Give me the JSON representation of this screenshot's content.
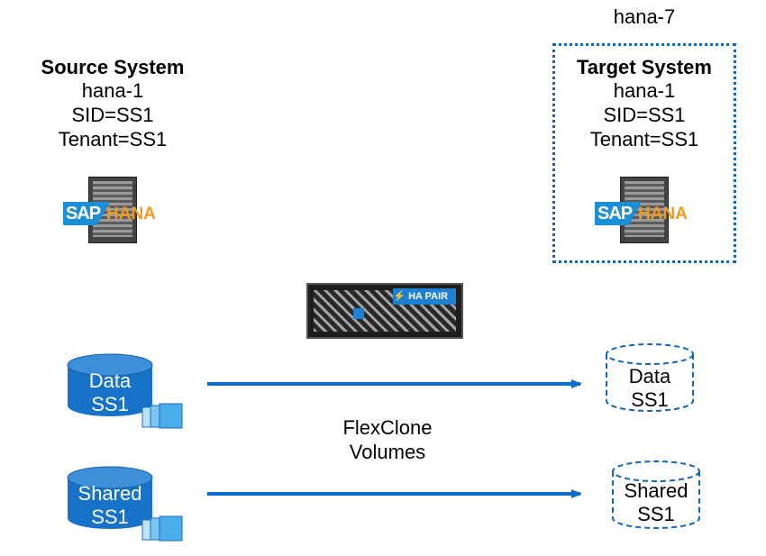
{
  "source": {
    "title": "Source System",
    "host": "hana-1",
    "sid": "SID=SS1",
    "tenant": "Tenant=SS1"
  },
  "target": {
    "hostname_top": "hana-7",
    "title": "Target System",
    "host": "hana-1",
    "sid": "SID=SS1",
    "tenant": "Tenant=SS1"
  },
  "logo": {
    "sap": "SAP",
    "hana": "HANA"
  },
  "storage": {
    "badge": "HA PAIR"
  },
  "middle_label": {
    "line1": "FlexClone",
    "line2": "Volumes"
  },
  "volumes": {
    "source_data": {
      "line1": "Data",
      "line2": "SS1"
    },
    "source_shared": {
      "line1": "Shared",
      "line2": "SS1"
    },
    "target_data": {
      "line1": "Data",
      "line2": "SS1"
    },
    "target_shared": {
      "line1": "Shared",
      "line2": "SS1"
    }
  },
  "colors": {
    "arrow": "#0b6ccf",
    "volume_fill": "#1673c7",
    "target_border": "#1266b5",
    "sap_blue": "#1b8fd8",
    "hana_orange": "#f29a1b"
  }
}
